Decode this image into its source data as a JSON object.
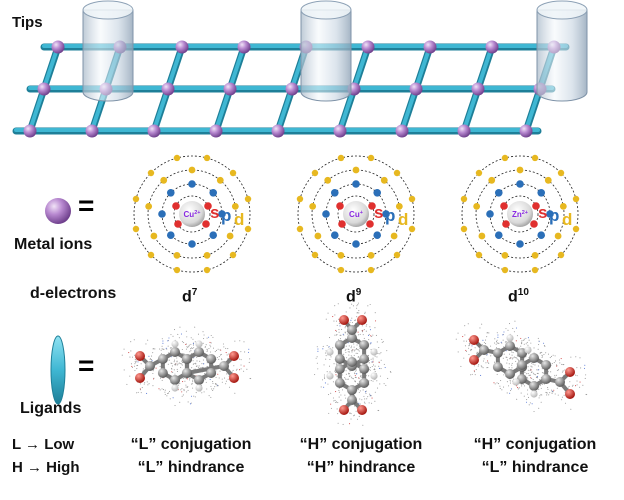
{
  "labels": {
    "tips": "Tips",
    "metal_ions": "Metal ions",
    "d_electrons": "d-electrons",
    "ligands": "Ligands",
    "equals": "=",
    "legend_low": "L → Low",
    "legend_high": "H → High"
  },
  "atoms": [
    {
      "ion": "Cu",
      "charge": "2+",
      "d_base": "d",
      "d_exp": "7",
      "conjugation": "“L” conjugation",
      "hindrance": "“L” hindrance"
    },
    {
      "ion": "Cu",
      "charge": "+",
      "d_base": "d",
      "d_exp": "9",
      "conjugation": "“H” conjugation",
      "hindrance": "“H” hindrance"
    },
    {
      "ion": "Zn",
      "charge": "2+",
      "d_base": "d",
      "d_exp": "10",
      "conjugation": "“H” conjugation",
      "hindrance": "“L” hindrance"
    }
  ],
  "orbital_letters": {
    "s": "s",
    "p": "p",
    "d": "d"
  },
  "colors": {
    "ligand_rod": "#3fb7d3",
    "metal_node": "#b07fc9",
    "s_electron": "#e0302f",
    "p_electron": "#2b6fb8",
    "d_electron": "#e7b820",
    "carbon": "#8c8c8c",
    "oxygen": "#d8322a",
    "hydrogen": "#e8e8e8"
  },
  "icons": [
    "tip-cylinder-icon",
    "metal-ion-sphere-icon",
    "ligand-rod-icon"
  ]
}
